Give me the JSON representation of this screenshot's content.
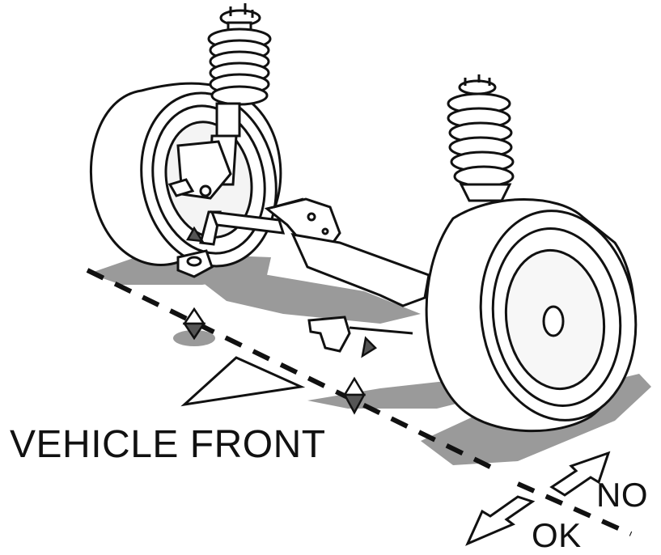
{
  "labels": {
    "vehicle_front": "VEHICLE  FRONT",
    "ok": "OK",
    "no": "NO"
  },
  "colors": {
    "ink": "#111111",
    "shadow": "#9a9a9a",
    "paper": "#ffffff"
  },
  "icons": [
    "arrow-ok-icon",
    "arrow-no-icon",
    "front-direction-triangle-icon",
    "alignment-marker-icon"
  ]
}
